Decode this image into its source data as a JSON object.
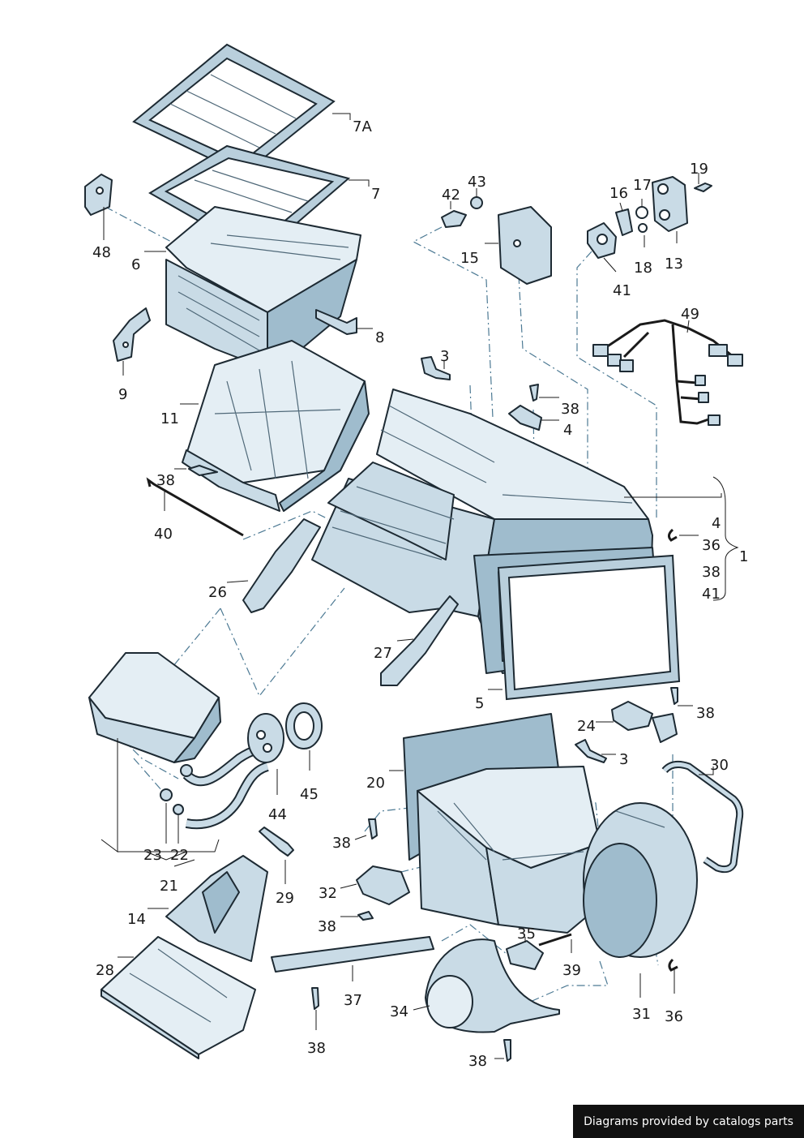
{
  "labels": {
    "l7a": "7A",
    "l7": "7",
    "l48": "48",
    "l6": "6",
    "l8": "8",
    "l9": "9",
    "l11": "11",
    "l3a": "3",
    "l38a": "38",
    "l40": "40",
    "l42": "42",
    "l43": "43",
    "l15": "15",
    "l38b": "38",
    "l4a": "4",
    "l16": "16",
    "l17": "17",
    "l19": "19",
    "l18": "18",
    "l13": "13",
    "l41a": "41",
    "l49": "49",
    "l4b": "4",
    "l36a": "36",
    "l1": "1",
    "l38c": "38",
    "l41b": "41",
    "l26": "26",
    "l27": "27",
    "l5": "5",
    "l24": "24",
    "l38d": "38",
    "l3b": "3",
    "l30": "30",
    "l20": "20",
    "l45": "45",
    "l44": "44",
    "l23": "23",
    "l22": "22",
    "l21": "21",
    "l29": "29",
    "l38e": "38",
    "l32": "32",
    "l38f": "38",
    "l14": "14",
    "l35": "35",
    "l39": "39",
    "l28": "28",
    "l37": "37",
    "l34": "34",
    "l31": "31",
    "l36b": "36",
    "l38g": "38",
    "l38h": "38"
  },
  "credit": "Diagrams provided by catalogs parts",
  "colors": {
    "part": "#c9dbe6",
    "outline": "#1d2a33",
    "dash": "#4d7a94"
  }
}
